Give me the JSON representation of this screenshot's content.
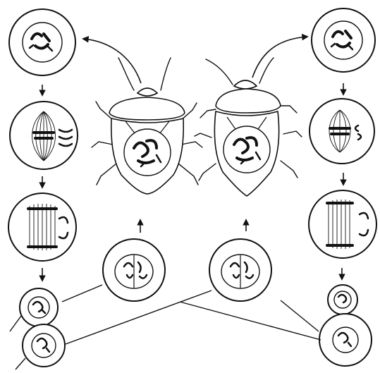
{
  "figure": {
    "subject": "insect-chromosome-cell-division",
    "left_lineage_cells": 4,
    "right_lineage_cells": 4,
    "fusion_cells": 2,
    "insects": 2,
    "ink_color": "#111111",
    "background_color": "#ffffff"
  },
  "icons": {
    "insect": "insect-icon",
    "cell": "cell-icon",
    "arrow": "arrow-icon"
  }
}
